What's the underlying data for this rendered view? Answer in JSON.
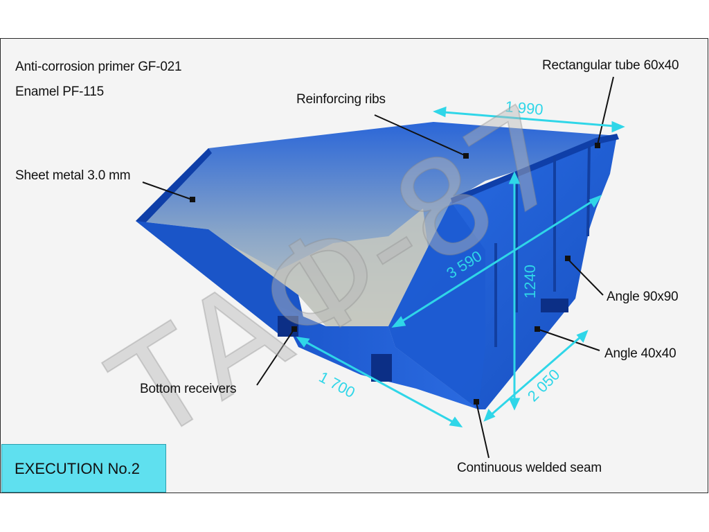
{
  "labels": {
    "primer": "Anti-corrosion primer GF-021",
    "enamel": "Enamel PF-115",
    "rect_tube": "Rectangular tube 60x40",
    "ribs": "Reinforcing ribs",
    "sheet": "Sheet metal 3.0 mm",
    "angle90": "Angle 90x90",
    "angle40": "Angle 40x40",
    "receivers": "Bottom receivers",
    "seam": "Continuous welded seam"
  },
  "dimensions": {
    "d1990": "1 990",
    "d3590": "3 590",
    "d1240": "1240",
    "d1700": "1 700",
    "d2050": "2 050"
  },
  "badge": "EXECUTION No.2",
  "watermark": "ТАФ-87",
  "colors": {
    "container_blue": "#1f5fd6",
    "container_dark": "#123c9e",
    "dimension_cyan": "#2fd6e8",
    "badge_fill": "#5fe0ef"
  }
}
